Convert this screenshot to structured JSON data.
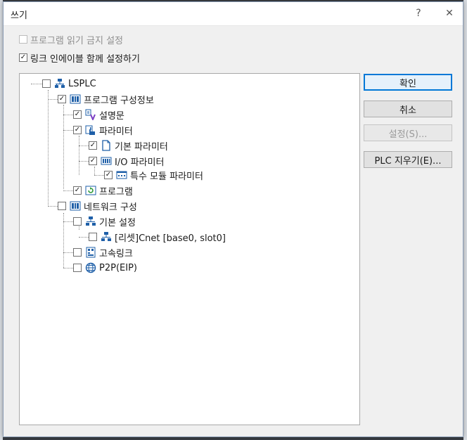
{
  "dialog": {
    "title": "쓰기",
    "help_label": "?",
    "close_label": "✕"
  },
  "options": {
    "protect_read": {
      "label": "프로그램 읽기 금지 설정",
      "checked": false,
      "enabled": false
    },
    "link_enable": {
      "label": "링크 인에이블 함께 설정하기",
      "checked": true,
      "enabled": true
    }
  },
  "tree": {
    "nodes": [
      {
        "label": "LSPLC",
        "icon": "network-device-icon",
        "checked": false
      },
      {
        "label": "프로그램 구성정보",
        "icon": "grid-module-icon",
        "checked": true
      },
      {
        "label": "설명문",
        "icon": "description-icon",
        "checked": true
      },
      {
        "label": "파라미터",
        "icon": "parameter-hand-icon",
        "checked": true
      },
      {
        "label": "기본 파라미터",
        "icon": "document-icon",
        "checked": true
      },
      {
        "label": "I/O 파라미터",
        "icon": "io-module-icon",
        "checked": true
      },
      {
        "label": "특수 모듈 파라미터",
        "icon": "special-module-icon",
        "checked": true
      },
      {
        "label": "프로그램",
        "icon": "program-refresh-icon",
        "checked": true
      },
      {
        "label": "네트워크 구성",
        "icon": "grid-module-icon",
        "checked": false
      },
      {
        "label": "기본 설정",
        "icon": "network-device-icon",
        "checked": false
      },
      {
        "label": "[리셋]Cnet [base0, slot0]",
        "icon": "network-device-icon",
        "checked": false
      },
      {
        "label": "고속링크",
        "icon": "high-speed-link-icon",
        "checked": false
      },
      {
        "label": "P2P(EIP)",
        "icon": "globe-icon",
        "checked": false
      }
    ]
  },
  "buttons": {
    "ok": "확인",
    "cancel": "취소",
    "settings": "설정(S)...",
    "plc_clear": "PLC 지우기(E)..."
  },
  "colors": {
    "accent": "#0078d7",
    "icon_blue": "#1e5fa8",
    "icon_green": "#2e9a3a",
    "icon_purple": "#7b3fc4"
  }
}
